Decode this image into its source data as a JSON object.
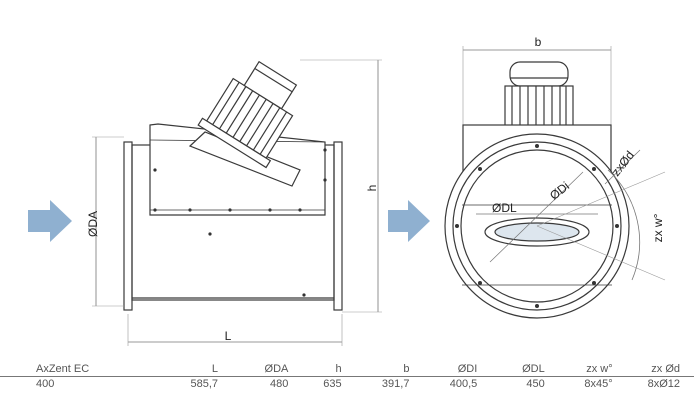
{
  "diagram": {
    "dimension_labels": {
      "L": "L",
      "DA": "ØDA",
      "h": "h",
      "b": "b",
      "DI": "ØDi",
      "DL": "ØDL",
      "zxd": "zxØd",
      "zxw": "zx w°"
    },
    "colors": {
      "line": "#3a3a3a",
      "arrow": "#8fb0d0",
      "dim": "#777777"
    }
  },
  "table": {
    "headers": [
      "AxZent EC",
      "L",
      "ØDA",
      "h",
      "b",
      "ØDI",
      "ØDL",
      "zx w°",
      "zx Ød"
    ],
    "rows": [
      [
        "400",
        "585,7",
        "480",
        "635",
        "391,7",
        "400,5",
        "450",
        "8x45°",
        "8xØ12"
      ]
    ]
  }
}
